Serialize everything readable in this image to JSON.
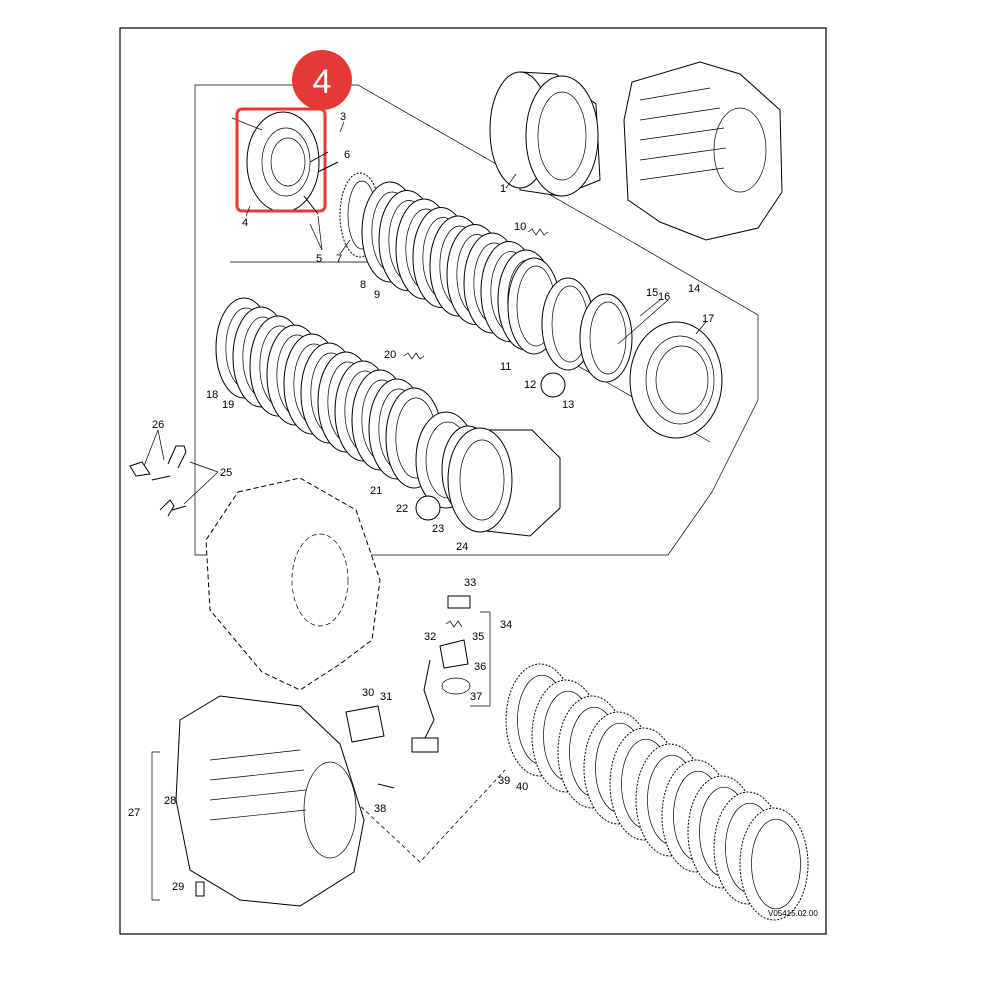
{
  "figure": {
    "callout": {
      "text": "4",
      "color": "#e53935"
    },
    "highlight_color": "#e53935",
    "drawing_code": "V05415.02.00",
    "labels": {
      "l1": "1",
      "l3": "3",
      "l4": "4",
      "l5": "5",
      "l6": "6",
      "l7": "7",
      "l8": "8",
      "l9": "9",
      "l10": "10",
      "l11": "11",
      "l12": "12",
      "l13": "13",
      "l14": "14",
      "l15": "15",
      "l16": "16",
      "l17": "17",
      "l18": "18",
      "l19": "19",
      "l20": "20",
      "l21": "21",
      "l22": "22",
      "l23": "23",
      "l24": "24",
      "l25": "25",
      "l26": "26",
      "l27": "27",
      "l28": "28",
      "l29": "29",
      "l30": "30",
      "l31": "31",
      "l32": "32",
      "l33": "33",
      "l34": "34",
      "l35": "35",
      "l36": "36",
      "l37": "37",
      "l38": "38",
      "l39": "39",
      "l40": "40"
    }
  }
}
